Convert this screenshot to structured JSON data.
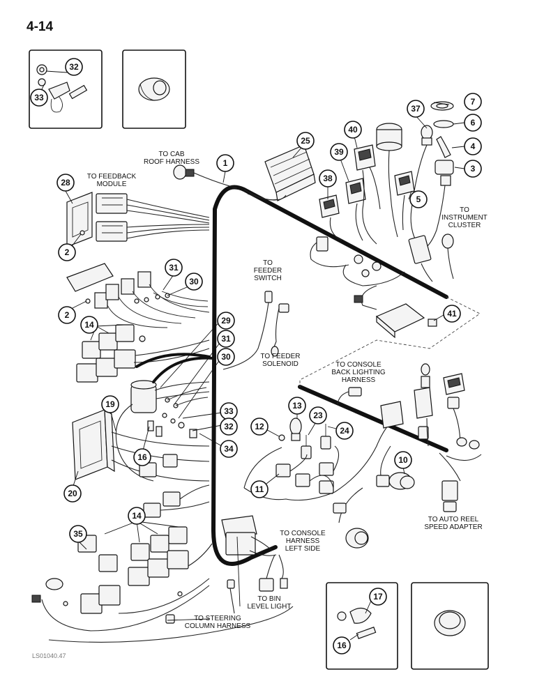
{
  "page_number": "4-14",
  "footer_code": "LS01040.47",
  "labels": {
    "cab_roof_harness": [
      "TO CAB",
      "ROOF HARNESS"
    ],
    "feedback_module": [
      "TO FEEDBACK",
      "MODULE"
    ],
    "feeder_switch": [
      "TO",
      "FEEDER",
      "SWITCH"
    ],
    "feeder_solenoid": [
      "TO FEEDER",
      "SOLENOID"
    ],
    "instrument_cluster": [
      "TO",
      "INSTRUMENT",
      "CLUSTER"
    ],
    "console_back_lighting": [
      "TO CONSOLE",
      "BACK LIGHTING",
      "HARNESS"
    ],
    "auto_reel": [
      "TO AUTO REEL",
      "SPEED ADAPTER"
    ],
    "console_left": [
      "TO CONSOLE",
      "HARNESS",
      "LEFT SIDE"
    ],
    "bin_level": [
      "TO BIN",
      "LEVEL LIGHT"
    ],
    "steering_column": [
      "TO STEERING",
      "COLUMN HARNESS"
    ]
  },
  "callouts": {
    "c1": "1",
    "c2a": "2",
    "c2b": "2",
    "c3": "3",
    "c4": "4",
    "c5": "5",
    "c6": "6",
    "c7": "7",
    "c10": "10",
    "c11": "11",
    "c12": "12",
    "c13": "13",
    "c14a": "14",
    "c14b": "14",
    "c16a": "16",
    "c16b": "16",
    "c17": "17",
    "c19": "19",
    "c20": "20",
    "c23": "23",
    "c24": "24",
    "c25": "25",
    "c28": "28",
    "c29": "29",
    "c30a": "30",
    "c30b": "30",
    "c31a": "31",
    "c31b": "31",
    "c32a": "32",
    "c32b": "32",
    "c33a": "33",
    "c33b": "33",
    "c34": "34",
    "c35": "35",
    "c37": "37",
    "c38": "38",
    "c39": "39",
    "c40": "40",
    "c41": "41"
  }
}
